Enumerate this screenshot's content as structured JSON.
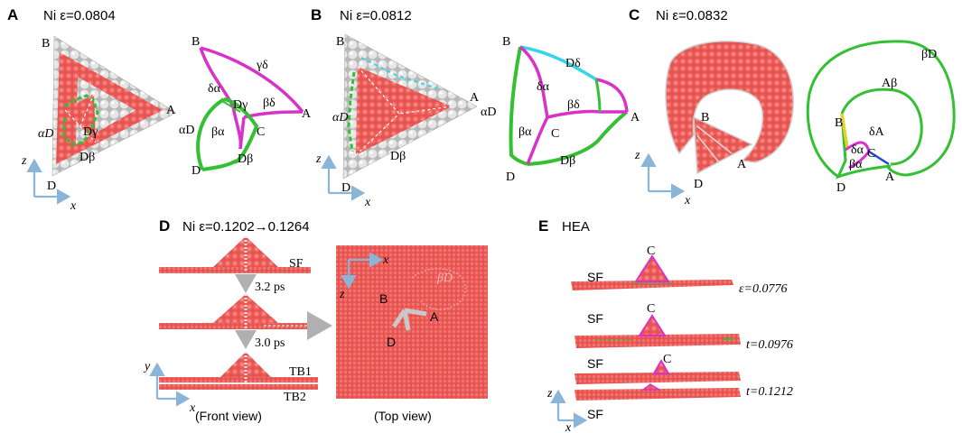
{
  "panels": {
    "A": {
      "label": "A",
      "title": "Ni ε=0.0804",
      "atoms": {
        "B": "B",
        "A": "A",
        "D": "D",
        "Dgamma": "Dγ",
        "Dbeta": "Dβ",
        "alphaD": "αD"
      },
      "net": {
        "B": "B",
        "A": "A",
        "C": "C",
        "D": "D",
        "gd": "γδ",
        "da": "δα",
        "Dg": "Dγ",
        "bd": "βδ",
        "aD": "αD",
        "ba": "βα",
        "Db": "Dβ"
      }
    },
    "B": {
      "label": "B",
      "title": "Ni ε=0.0812",
      "atoms": {
        "B": "B",
        "A": "A",
        "D": "D",
        "Dbeta": "Dβ",
        "alphaD": "αD"
      },
      "net": {
        "B": "B",
        "A": "A",
        "C": "C",
        "D": "D",
        "Dd": "Dδ",
        "da": "δα",
        "bd": "βδ",
        "ba": "βα",
        "Db": "Dβ",
        "aD": "αD"
      }
    },
    "C": {
      "label": "C",
      "title": "Ni ε=0.0832",
      "atoms": {
        "B": "B",
        "A": "A",
        "D": "D"
      },
      "net": {
        "bD": "βD",
        "Ab": "Aβ",
        "B": "B",
        "dA": "δA",
        "da": "δα",
        "C": "C",
        "ba": "βα",
        "D": "D",
        "A": "A"
      }
    },
    "D": {
      "label": "D",
      "title": "Ni ε=0.1202→0.1264",
      "sf": "SF",
      "t1": "3.2 ps",
      "t2": "3.0 ps",
      "tb1": "TB1",
      "tb2": "TB2",
      "front": "(Front view)",
      "top": "(Top view)",
      "topview": {
        "x": "x",
        "z": "z",
        "bD": "βD",
        "B": "B",
        "A": "A",
        "D": "D"
      }
    },
    "E": {
      "label": "E",
      "title": "HEA",
      "rows": [
        {
          "left": "SF",
          "c": "C",
          "right": "ε=0.0776"
        },
        {
          "left": "SF",
          "c": "C",
          "right": "t=0.0976"
        },
        {
          "left": "SF",
          "c": "C",
          "right": "t=0.1212"
        }
      ],
      "bottom": "SF"
    }
  },
  "axes": {
    "x": "x",
    "y": "y",
    "z": "z"
  },
  "colors": {
    "atom_red": "#e8524f",
    "atom_white": "#e4e4e4",
    "magenta": "#d832c8",
    "green": "#33c033",
    "cyan": "#33d6e8",
    "yellow": "#e8d030",
    "axis_blue": "#8ab4d8"
  }
}
